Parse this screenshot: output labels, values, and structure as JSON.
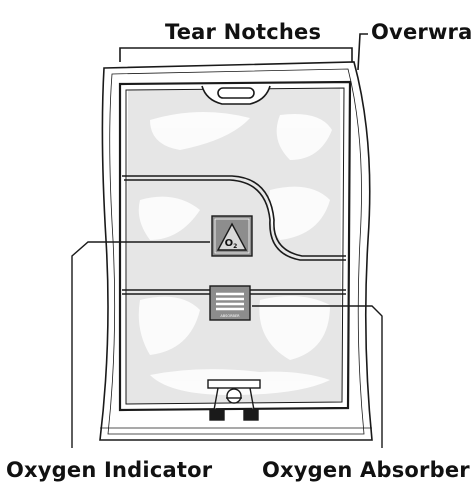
{
  "labels": {
    "tear_notches": "Tear Notches",
    "overwrap": "Overwrap",
    "oxygen_indicator": "Oxygen Indicator",
    "oxygen_absorber": "Oxygen Absorber"
  },
  "indicator_symbol": "O2",
  "absorber_text": "ABSORBER",
  "colors": {
    "line": "#1a1a1a",
    "bag_fill": "#e4e4e4",
    "indicator_fill": "#8d8d8d",
    "absorber_fill": "#8d8d8d"
  },
  "icons": [
    "oxygen-indicator-icon",
    "oxygen-absorber-icon",
    "port-connector-icon"
  ]
}
